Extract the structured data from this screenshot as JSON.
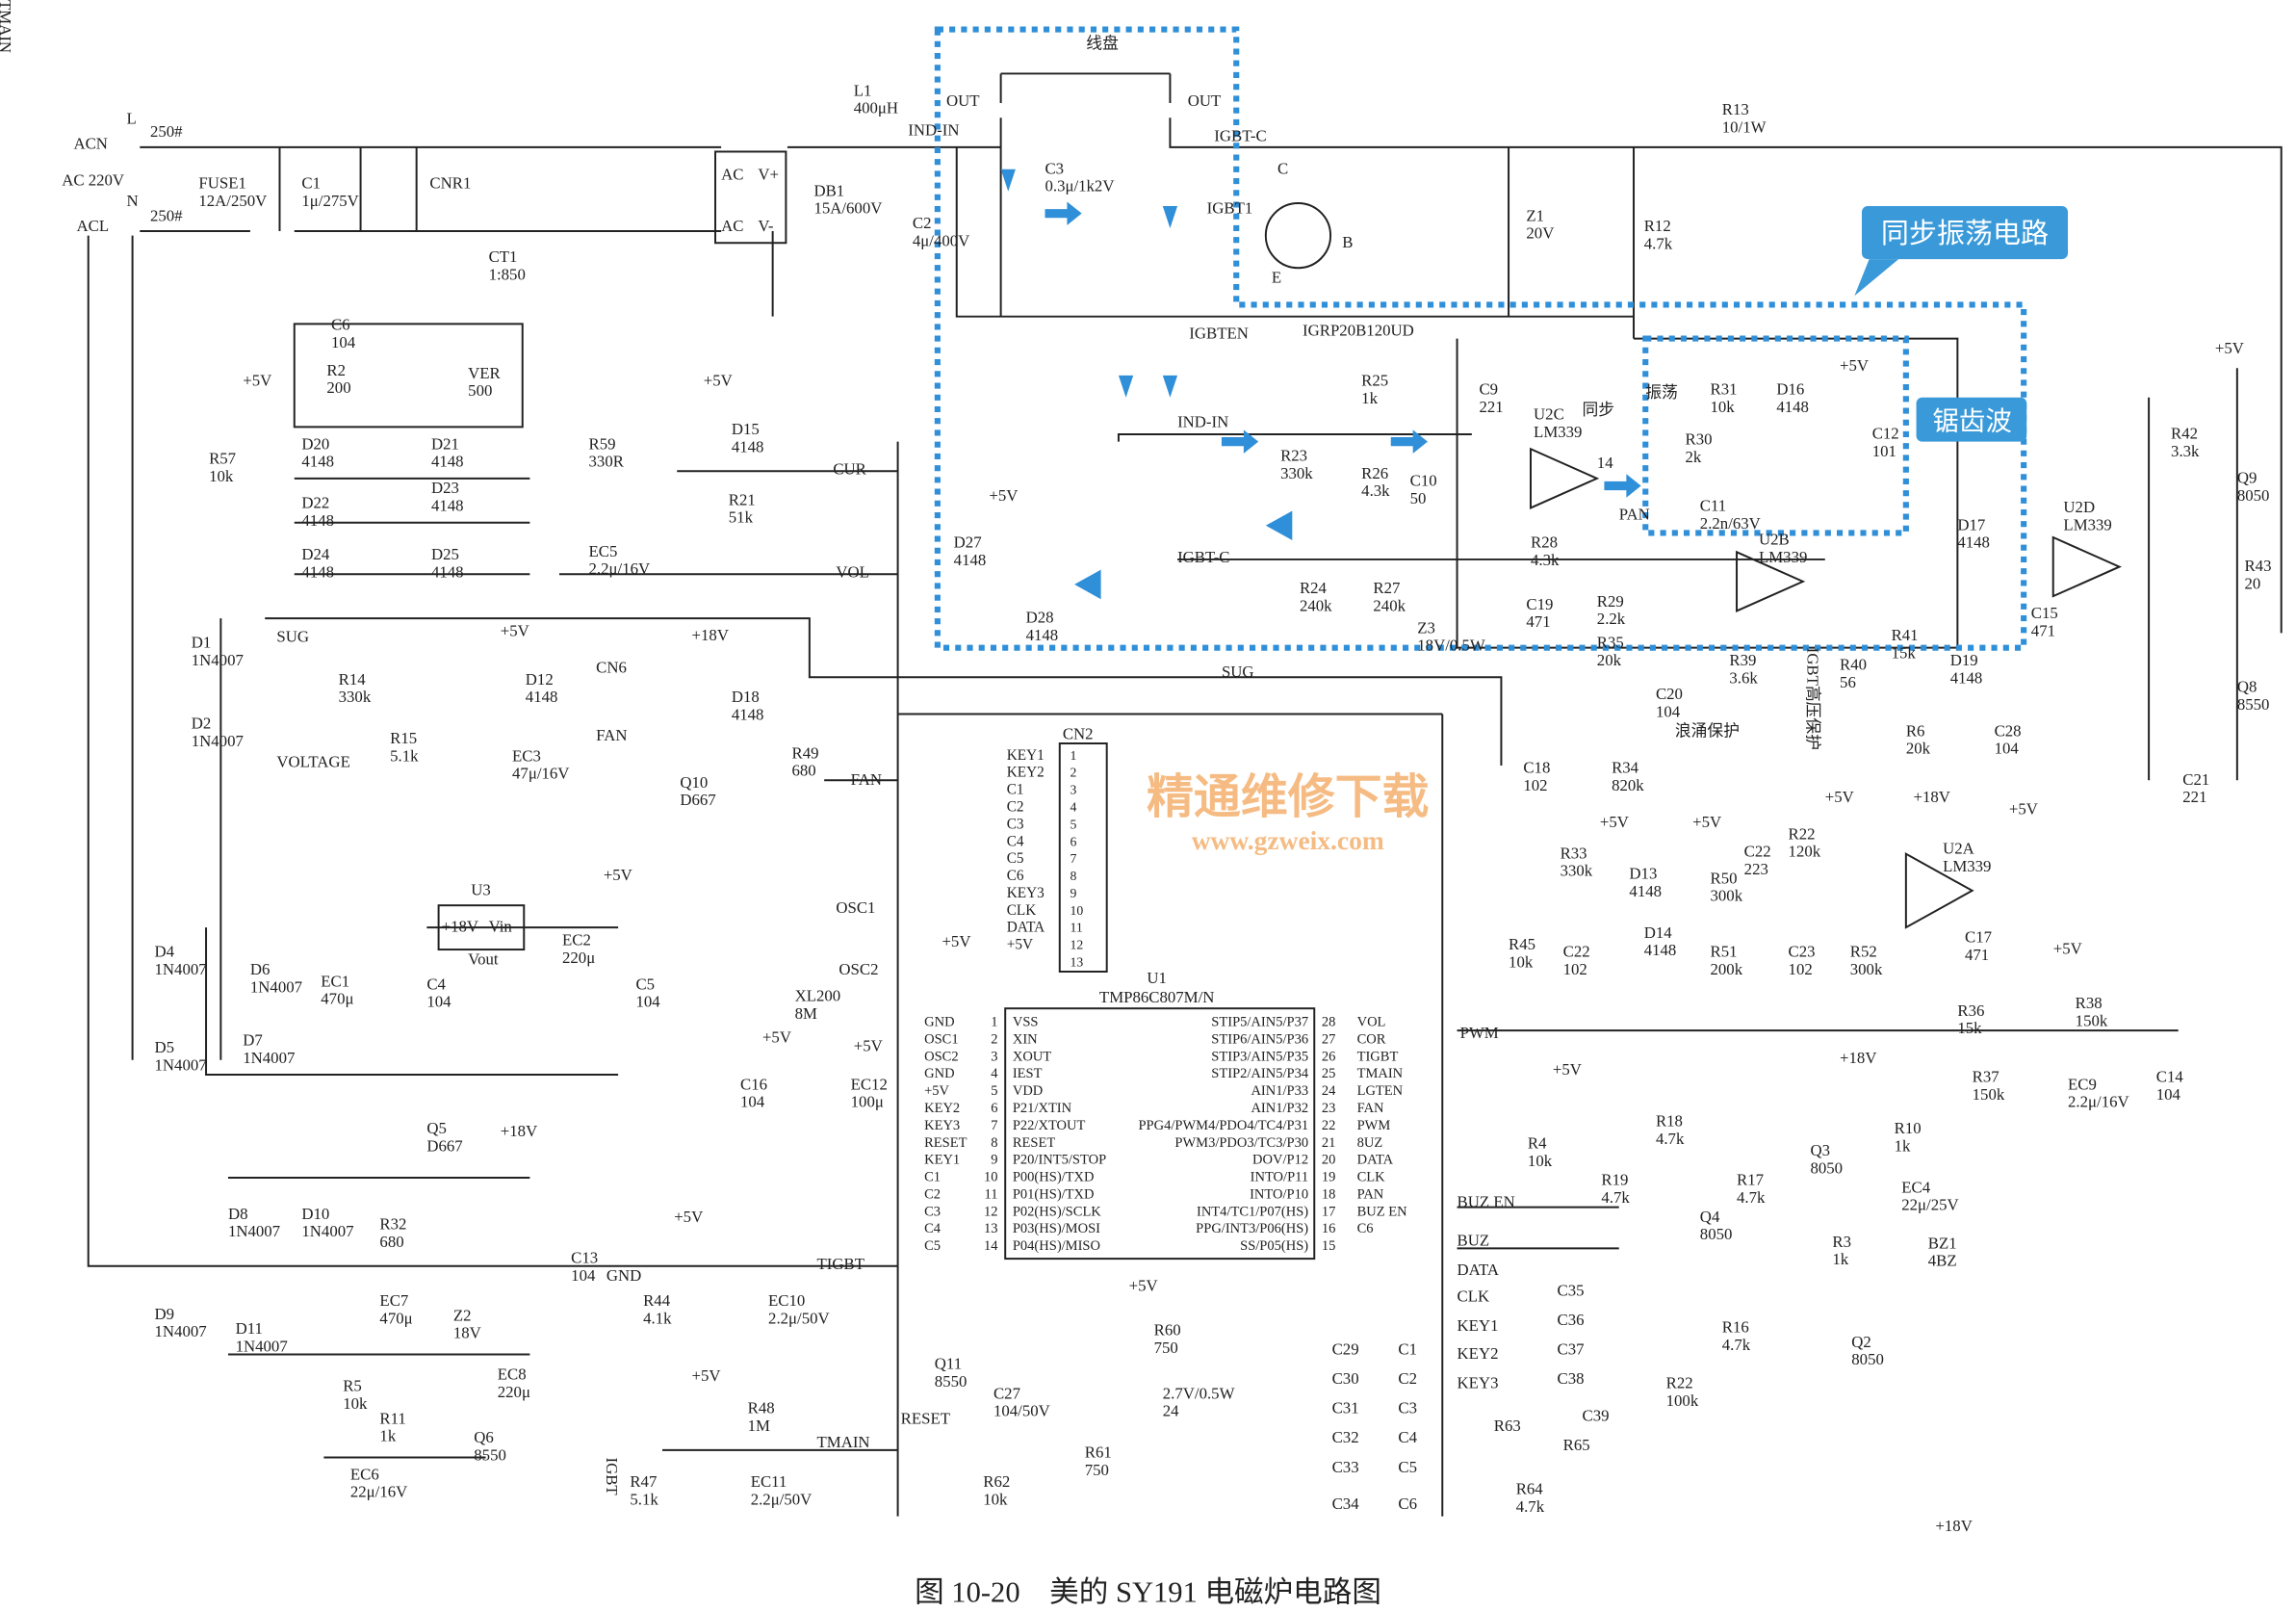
{
  "caption": "图 10-20　美的 SY191 电磁炉电路图",
  "watermark": {
    "text": "精通维修下载",
    "url": "www.gzweix.com",
    "color": "#f2a55a"
  },
  "callouts": {
    "sync_osc": "同步振荡电路",
    "sawtooth": "锯齿波",
    "color": "#3a9ad9"
  },
  "u1": {
    "ref": "U1",
    "part": "TMP86C807M/N",
    "left_pins": [
      {
        "num": "1",
        "net": "GND",
        "name": "VSS"
      },
      {
        "num": "2",
        "net": "OSC1",
        "name": "XIN"
      },
      {
        "num": "3",
        "net": "OSC2",
        "name": "XOUT"
      },
      {
        "num": "4",
        "net": "GND",
        "name": "IEST"
      },
      {
        "num": "5",
        "net": "+5V",
        "name": "VDD"
      },
      {
        "num": "6",
        "net": "KEY2",
        "name": "P21/XTIN"
      },
      {
        "num": "7",
        "net": "KEY3",
        "name": "P22/XTOUT"
      },
      {
        "num": "8",
        "net": "RESET",
        "name": "RESET"
      },
      {
        "num": "9",
        "net": "KEY1",
        "name": "P20/INT5/STOP"
      },
      {
        "num": "10",
        "net": "C1",
        "name": "P00(HS)/TXD"
      },
      {
        "num": "11",
        "net": "C2",
        "name": "P01(HS)/TXD"
      },
      {
        "num": "12",
        "net": "C3",
        "name": "P02(HS)/SCLK"
      },
      {
        "num": "13",
        "net": "C4",
        "name": "P03(HS)/MOSI"
      },
      {
        "num": "14",
        "net": "C5",
        "name": "P04(HS)/MISO"
      }
    ],
    "right_pins": [
      {
        "num": "28",
        "net": "VOL",
        "name": "STIP5/AIN5/P37"
      },
      {
        "num": "27",
        "net": "COR",
        "name": "STIP6/AIN5/P36"
      },
      {
        "num": "26",
        "net": "TIGBT",
        "name": "STIP3/AIN5/P35"
      },
      {
        "num": "25",
        "net": "TMAIN",
        "name": "STIP2/AIN5/P34"
      },
      {
        "num": "24",
        "net": "LGTEN",
        "name": "AIN1/P33"
      },
      {
        "num": "23",
        "net": "FAN",
        "name": "AIN1/P32"
      },
      {
        "num": "22",
        "net": "PWM",
        "name": "PPG4/PWM4/PDO4/TC4/P31"
      },
      {
        "num": "21",
        "net": "8UZ",
        "name": "PWM3/PDO3/TC3/P30"
      },
      {
        "num": "20",
        "net": "DATA",
        "name": "DOV/P12"
      },
      {
        "num": "19",
        "net": "CLK",
        "name": "INTO/P11"
      },
      {
        "num": "18",
        "net": "PAN",
        "name": "INTO/P10"
      },
      {
        "num": "17",
        "net": "BUZ EN",
        "name": "INT4/TC1/P07(HS)"
      },
      {
        "num": "16",
        "net": "C6",
        "name": "PPG/INT3/P06(HS)"
      },
      {
        "num": "15",
        "net": "",
        "name": "SS/P05(HS)"
      }
    ]
  },
  "cn2": {
    "ref": "CN2",
    "pins": [
      "KEY1",
      "KEY2",
      "C1",
      "C2",
      "C3",
      "C4",
      "C5",
      "C6",
      "KEY3",
      "CLK",
      "DATA",
      "+5V",
      ""
    ]
  },
  "components": [
    {
      "ref": "FUSE1",
      "value": "12A/250V"
    },
    {
      "ref": "C1",
      "value": "1μ/275V"
    },
    {
      "ref": "CNR1",
      "value": ""
    },
    {
      "ref": "CT1",
      "value": "1:850"
    },
    {
      "ref": "DB1",
      "value": "15A/600V"
    },
    {
      "ref": "L1",
      "value": "400μH"
    },
    {
      "ref": "C3",
      "value": "0.3μ/1k2V"
    },
    {
      "ref": "C2",
      "value": "4μ/400V"
    },
    {
      "ref": "IGBT1",
      "value": ""
    },
    {
      "ref": "R13",
      "value": "10/1W"
    },
    {
      "ref": "Z1",
      "value": "20V"
    },
    {
      "ref": "R12",
      "value": "4.7k"
    },
    {
      "ref": "C6",
      "value": "104"
    },
    {
      "ref": "R2",
      "value": "200"
    },
    {
      "ref": "VER",
      "value": "500"
    },
    {
      "ref": "R57",
      "value": "10k"
    },
    {
      "ref": "D20",
      "value": "4148"
    },
    {
      "ref": "D21",
      "value": "4148"
    },
    {
      "ref": "D22",
      "value": "4148"
    },
    {
      "ref": "D23",
      "value": "4148"
    },
    {
      "ref": "D24",
      "value": "4148"
    },
    {
      "ref": "D25",
      "value": "4148"
    },
    {
      "ref": "R59",
      "value": "330R"
    },
    {
      "ref": "D15",
      "value": "4148"
    },
    {
      "ref": "R21",
      "value": "51k"
    },
    {
      "ref": "EC5",
      "value": "2.2μ/16V"
    },
    {
      "ref": "D1",
      "value": "1N4007"
    },
    {
      "ref": "D2",
      "value": "1N4007"
    },
    {
      "ref": "R14",
      "value": "330k"
    },
    {
      "ref": "D12",
      "value": "4148"
    },
    {
      "ref": "R15",
      "value": "5.1k"
    },
    {
      "ref": "EC3",
      "value": "47μ/16V"
    },
    {
      "ref": "CN6",
      "value": ""
    },
    {
      "ref": "D18",
      "value": "4148"
    },
    {
      "ref": "R49",
      "value": "680"
    },
    {
      "ref": "Q10",
      "value": "D667"
    },
    {
      "ref": "R25",
      "value": "1k"
    },
    {
      "ref": "C9",
      "value": "221"
    },
    {
      "ref": "U2C",
      "value": "LM339"
    },
    {
      "ref": "R23",
      "value": "330k"
    },
    {
      "ref": "R26",
      "value": "4.3k"
    },
    {
      "ref": "C10",
      "value": "50"
    },
    {
      "ref": "R31",
      "value": "10k"
    },
    {
      "ref": "D16",
      "value": "4148"
    },
    {
      "ref": "R30",
      "value": "2k"
    },
    {
      "ref": "C12",
      "value": "101"
    },
    {
      "ref": "C11",
      "value": "2.2n/63V"
    },
    {
      "ref": "U2B",
      "value": "LM339"
    },
    {
      "ref": "D17",
      "value": "4148"
    },
    {
      "ref": "U2D",
      "value": "LM339"
    },
    {
      "ref": "R42",
      "value": "3.3k"
    },
    {
      "ref": "Q9",
      "value": "8050"
    },
    {
      "ref": "R43",
      "value": "20"
    },
    {
      "ref": "Q8",
      "value": "8550"
    },
    {
      "ref": "C21",
      "value": "221"
    },
    {
      "ref": "D27",
      "value": "4148"
    },
    {
      "ref": "D28",
      "value": "4148"
    },
    {
      "ref": "R24",
      "value": "240k"
    },
    {
      "ref": "R27",
      "value": "240k"
    },
    {
      "ref": "Z3",
      "value": "18V/0.5W"
    },
    {
      "ref": "R28",
      "value": "4.3k"
    },
    {
      "ref": "C19",
      "value": "471"
    },
    {
      "ref": "R29",
      "value": "2.2k"
    },
    {
      "ref": "R35",
      "value": "20k"
    },
    {
      "ref": "C20",
      "value": "104"
    },
    {
      "ref": "R39",
      "value": "3.6k"
    },
    {
      "ref": "R40",
      "value": "56"
    },
    {
      "ref": "R41",
      "value": "15k"
    },
    {
      "ref": "D19",
      "value": "4148"
    },
    {
      "ref": "C15",
      "value": "471"
    },
    {
      "ref": "C18",
      "value": "102"
    },
    {
      "ref": "R34",
      "value": "820k"
    },
    {
      "ref": "R33",
      "value": "330k"
    },
    {
      "ref": "D13",
      "value": "4148"
    },
    {
      "ref": "D14",
      "value": "4148"
    },
    {
      "ref": "R45",
      "value": "10k"
    },
    {
      "ref": "C22",
      "value": "102"
    },
    {
      "ref": "R50",
      "value": "300k"
    },
    {
      "ref": "C22",
      "value": "223"
    },
    {
      "ref": "R51",
      "value": "200k"
    },
    {
      "ref": "C23",
      "value": "102"
    },
    {
      "ref": "R22",
      "value": "120k"
    },
    {
      "ref": "R52",
      "value": "300k"
    },
    {
      "ref": "R6",
      "value": "20k"
    },
    {
      "ref": "C28",
      "value": "104"
    },
    {
      "ref": "U2A",
      "value": "LM339"
    },
    {
      "ref": "C17",
      "value": "471"
    },
    {
      "ref": "R38",
      "value": "150k"
    },
    {
      "ref": "R36",
      "value": "15k"
    },
    {
      "ref": "R37",
      "value": "150k"
    },
    {
      "ref": "EC9",
      "value": "2.2μ/16V"
    },
    {
      "ref": "C14",
      "value": "104"
    },
    {
      "ref": "U3",
      "value": ""
    },
    {
      "ref": "D4",
      "value": "1N4007"
    },
    {
      "ref": "D6",
      "value": "1N4007"
    },
    {
      "ref": "D5",
      "value": "1N4007"
    },
    {
      "ref": "D7",
      "value": "1N4007"
    },
    {
      "ref": "EC1",
      "value": "470μ"
    },
    {
      "ref": "C4",
      "value": "104"
    },
    {
      "ref": "EC2",
      "value": "220μ"
    },
    {
      "ref": "C5",
      "value": "104"
    },
    {
      "ref": "C16",
      "value": "104"
    },
    {
      "ref": "EC12",
      "value": "100μ"
    },
    {
      "ref": "XL200",
      "value": "8M"
    },
    {
      "ref": "Q5",
      "value": "D667"
    },
    {
      "ref": "D8",
      "value": "1N4007"
    },
    {
      "ref": "D10",
      "value": "1N4007"
    },
    {
      "ref": "D9",
      "value": "1N4007"
    },
    {
      "ref": "D11",
      "value": "1N4007"
    },
    {
      "ref": "R32",
      "value": "680"
    },
    {
      "ref": "EC7",
      "value": "470μ"
    },
    {
      "ref": "Z2",
      "value": "18V"
    },
    {
      "ref": "C13",
      "value": "104"
    },
    {
      "ref": "EC8",
      "value": "220μ"
    },
    {
      "ref": "R5",
      "value": "10k"
    },
    {
      "ref": "R11",
      "value": "1k"
    },
    {
      "ref": "Q6",
      "value": "8550"
    },
    {
      "ref": "EC6",
      "value": "22μ/16V"
    },
    {
      "ref": "R44",
      "value": "4.1k"
    },
    {
      "ref": "EC10",
      "value": "2.2μ/50V"
    },
    {
      "ref": "R47",
      "value": "5.1k"
    },
    {
      "ref": "R48",
      "value": "1M"
    },
    {
      "ref": "EC11",
      "value": "2.2μ/50V"
    },
    {
      "ref": "Q11",
      "value": "8550"
    },
    {
      "ref": "C27",
      "value": "104/50V"
    },
    {
      "ref": "R60",
      "value": "750"
    },
    {
      "ref": "2.7V/0.5W",
      "value": "24"
    },
    {
      "ref": "R61",
      "value": "750"
    },
    {
      "ref": "R62",
      "value": "10k"
    },
    {
      "ref": "R4",
      "value": "10k"
    },
    {
      "ref": "R19",
      "value": "4.7k"
    },
    {
      "ref": "Q4",
      "value": "8050"
    },
    {
      "ref": "R18",
      "value": "4.7k"
    },
    {
      "ref": "R17",
      "value": "4.7k"
    },
    {
      "ref": "Q3",
      "value": "8050"
    },
    {
      "ref": "R10",
      "value": "1k"
    },
    {
      "ref": "EC4",
      "value": "22μ/25V"
    },
    {
      "ref": "R3",
      "value": "1k"
    },
    {
      "ref": "BZ1",
      "value": "4BZ"
    },
    {
      "ref": "R16",
      "value": "4.7k"
    },
    {
      "ref": "Q2",
      "value": "8050"
    },
    {
      "ref": "R22",
      "value": "100k"
    },
    {
      "ref": "C35",
      "value": ""
    },
    {
      "ref": "C36",
      "value": ""
    },
    {
      "ref": "C37",
      "value": ""
    },
    {
      "ref": "C38",
      "value": ""
    },
    {
      "ref": "C39",
      "value": ""
    },
    {
      "ref": "C29",
      "value": ""
    },
    {
      "ref": "C30",
      "value": ""
    },
    {
      "ref": "C31",
      "value": ""
    },
    {
      "ref": "C32",
      "value": ""
    },
    {
      "ref": "C33",
      "value": ""
    },
    {
      "ref": "C34",
      "value": ""
    },
    {
      "ref": "R63",
      "value": ""
    },
    {
      "ref": "R64",
      "value": "4.7k"
    },
    {
      "ref": "R65",
      "value": ""
    }
  ],
  "labels": [
    "ACN",
    "L",
    "250#",
    "AC 220V",
    "N",
    "250#",
    "ACL",
    "AC",
    "V+",
    "AC",
    "V-",
    "IND-IN",
    "线盘",
    "OUT",
    "OUT",
    "IGBT-C",
    "C",
    "E",
    "B",
    "IGRP20B120UD",
    "IGBTEN",
    "IND-IN",
    "同步",
    "振荡",
    "PAN",
    "14",
    "IGBT-C",
    "CUR",
    "VOL",
    "SUG",
    "SUG",
    "VOLTAGE",
    "FAN",
    "FAN",
    "OSC1",
    "OSC2",
    "TIGBT",
    "TMAIN",
    "RESET",
    "PWM",
    "BUZ EN",
    "BUZ",
    "DATA",
    "CLK",
    "KEY1",
    "KEY2",
    "KEY3",
    "C1",
    "C2",
    "C3",
    "C4",
    "C5",
    "C6",
    "浪涌保护",
    "IGBT高压保护",
    "+5V",
    "+5V",
    "+5V",
    "+5V",
    "+5V",
    "+5V",
    "+5V",
    "+5V",
    "+5V",
    "+5V",
    "+5V",
    "+5V",
    "+5V",
    "+5V",
    "+5V",
    "+5V",
    "+5V",
    "+5V",
    "+5V",
    "+18V",
    "+18V",
    "+18V",
    "+18V",
    "+18V",
    "+18V",
    "Vin",
    "Vout",
    "GND",
    "IGBT",
    "TMAIN"
  ]
}
